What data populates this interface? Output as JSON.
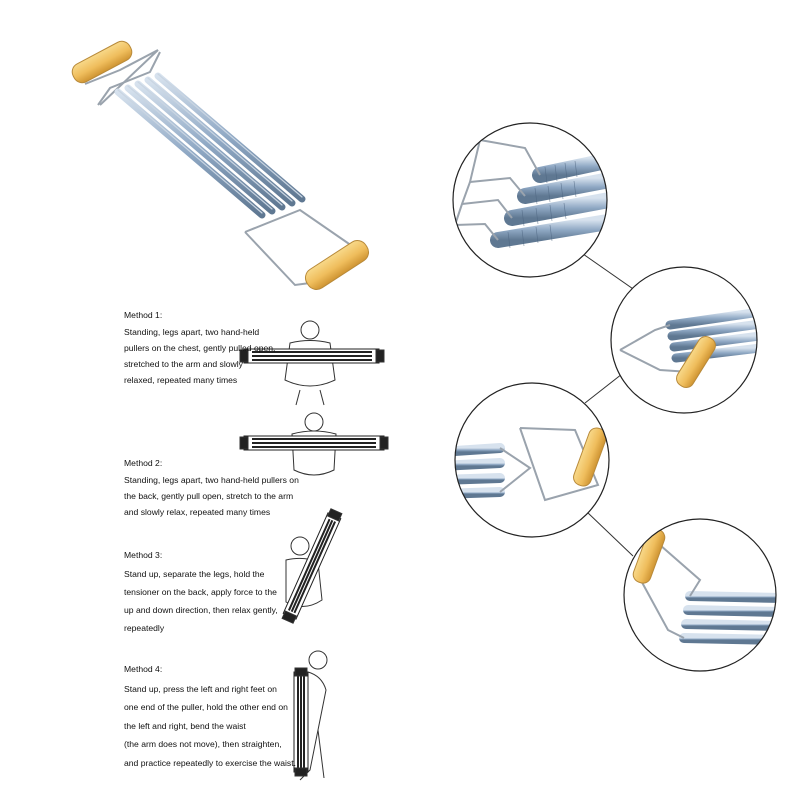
{
  "colors": {
    "wood": "#f0c060",
    "wood_dark": "#d79a30",
    "spring": "#8fa8c4",
    "spring_dark": "#5f7892",
    "wire": "#9aa3ad",
    "circle_border": "#222222"
  },
  "methods": [
    {
      "title": "Method 1:",
      "lines": [
        "Standing, legs apart, two hand-held",
        "pullers on the chest, gently pulled open,",
        "stretched to the arm and slowly",
        "relaxed, repeated many times"
      ]
    },
    {
      "title": "Method 2:",
      "lines": [
        "Standing, legs apart, two hand-held pullers on",
        "the back, gently pull open, stretch to the arm",
        "and slowly relax, repeated many times"
      ]
    },
    {
      "title": "Method 3:",
      "lines": [
        "Stand up, separate the legs, hold the",
        "tensioner on the back, apply force to the",
        "up and down direction, then relax gently,",
        "repeatedly"
      ]
    },
    {
      "title": "Method 4:",
      "lines": [
        "Stand up, press the left and right feet on",
        "one end of the puller, hold the other end on",
        "the left and right, bend the waist",
        "(the arm does not move), then straighten,",
        "and practice repeatedly to exercise the waist."
      ]
    }
  ]
}
